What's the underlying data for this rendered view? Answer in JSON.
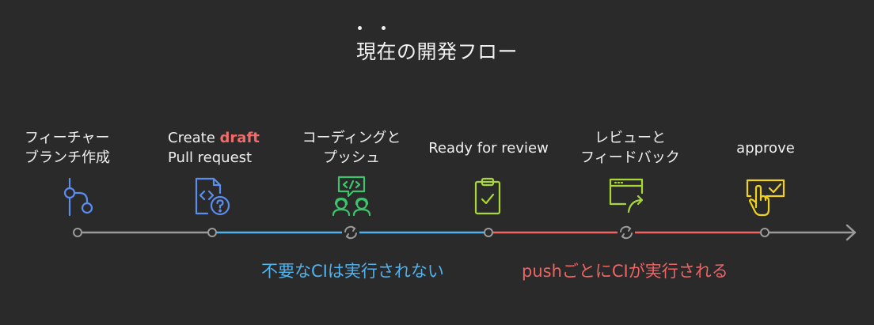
{
  "title": "現在の開発フロー",
  "steps": [
    {
      "line1": "フィーチャー",
      "line2": "ブランチ作成"
    },
    {
      "line1_prefix": "Create ",
      "line1_accent": "draft",
      "line2": "Pull request"
    },
    {
      "line1": "コーディングと",
      "line2": "プッシュ"
    },
    {
      "line1": "Ready for review"
    },
    {
      "line1": "レビューと",
      "line2": "フィードバック"
    },
    {
      "line1": "approve"
    }
  ],
  "captions": {
    "blue": "不要なCIは実行されない",
    "red": "pushごとにCIが実行される"
  },
  "colors": {
    "background": "#2a2a2a",
    "text": "#f0f0f0",
    "gray_line": "#9a9a9a",
    "blue_line": "#4fb3ef",
    "red_line": "#ef6463",
    "accent_red": "#f26b6b",
    "icon_blue": "#5b8def",
    "icon_green": "#3ec46d",
    "icon_lime": "#a9d638",
    "icon_yellow": "#f0d21e"
  },
  "icons": [
    "git-branch-icon",
    "pull-request-code-icon",
    "pair-programming-icon",
    "clipboard-check-icon",
    "browser-feedback-icon",
    "approve-hand-icon"
  ]
}
